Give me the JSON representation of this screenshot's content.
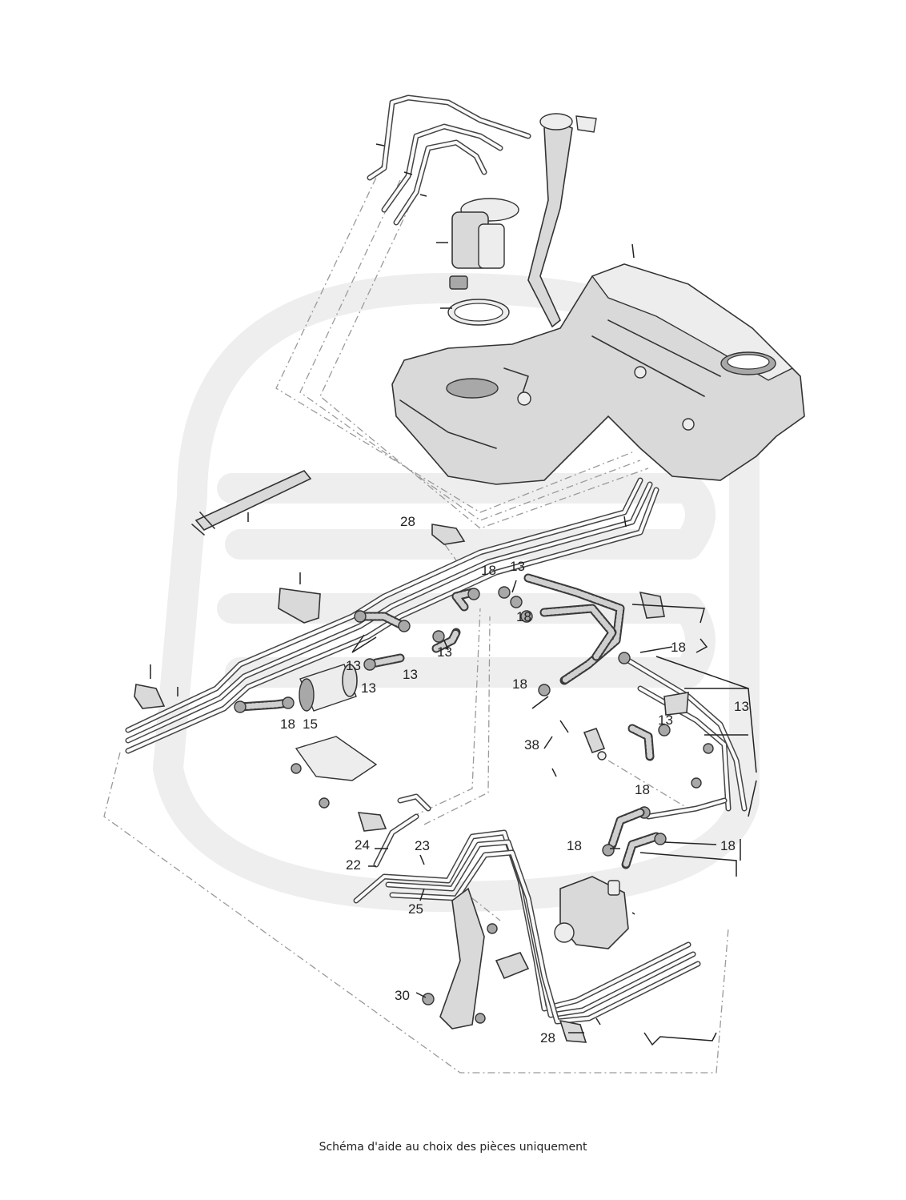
{
  "caption": "Schéma d'aide au choix des pièces uniquement",
  "callouts": {
    "c28a": "28",
    "c18a": "18",
    "c13a": "13",
    "c13b": "13",
    "c13c": "13",
    "c13d": "13",
    "c18b": "18",
    "c18c": "18",
    "c13e": "13",
    "c18d": "18",
    "c15": "15",
    "c18e": "18",
    "c13f": "13",
    "c13g": "13",
    "c38": "38",
    "c18f": "18",
    "c18g": "18",
    "c18h": "18",
    "c24": "24",
    "c23": "23",
    "c22": "22",
    "c25": "25",
    "c30": "30",
    "c28b": "28"
  }
}
